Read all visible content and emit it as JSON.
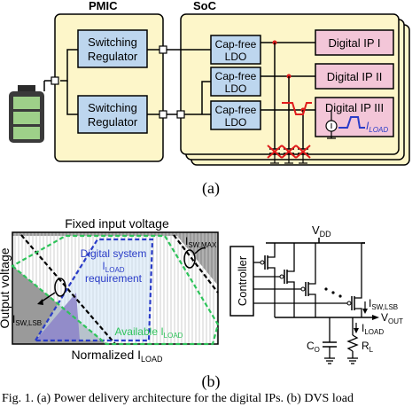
{
  "fig_a": {
    "pmic_label": "PMIC",
    "soc_label": "SoC",
    "switching_regulator_line1": "Switching",
    "switching_regulator_line2": "Regulator",
    "ldo_line1": "Cap-free",
    "ldo_line2": "LDO",
    "digital_ip_1": "Digital IP I",
    "digital_ip_2": "Digital IP II",
    "digital_ip_3": "Digital IP III",
    "iload": "I",
    "iload_sub": "LOAD",
    "panel_label": "(a)"
  },
  "fig_b": {
    "fixed_input": "Fixed input voltage",
    "y_axis": "Output voltage",
    "x_axis": "Normalized I",
    "x_axis_sub": "LOAD",
    "digital_system_1": "Digital system",
    "digital_system_2": "I",
    "digital_system_2_sub": "LOAD",
    "digital_system_3": "requirement",
    "available": "Available I",
    "available_sub": "LOAD",
    "isw_max": "I",
    "isw_max_sub": "SW,MAX",
    "isw_lsb": "I",
    "isw_lsb_sub": "SW,LSB",
    "vdd": "V",
    "vdd_sub": "DD",
    "controller": "Controller",
    "isw_lsb_right": "I",
    "isw_lsb_right_sub": "SW,LSB",
    "vout": "V",
    "vout_sub": "OUT",
    "iload_right": "I",
    "iload_right_sub": "LOAD",
    "co": "C",
    "co_sub": "O",
    "rl": "R",
    "rl_sub": "L",
    "panel_label": "(b)"
  },
  "caption": "Fig. 1.    (a) Power delivery architecture for the digital IPs. (b) DVS load",
  "colors": {
    "block_fill": "#fdf6c9",
    "accent_blue": "#2a3cc8",
    "accent_green": "#2ec35a",
    "accent_red": "#e01b1b"
  }
}
